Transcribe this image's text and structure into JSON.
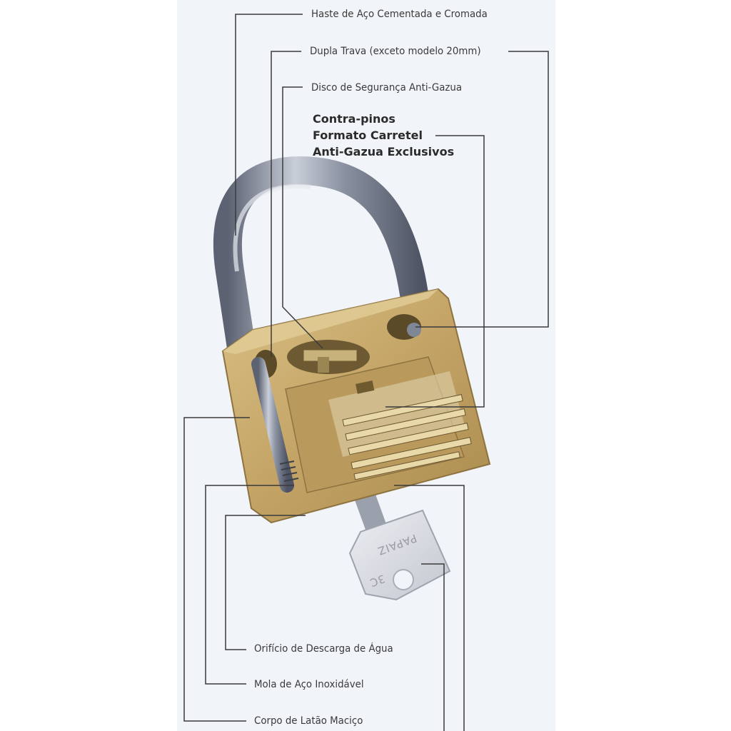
{
  "labels": {
    "haste": "Haste de Aço Cementada e Cromada",
    "dupla_trava": "Dupla Trava (exceto modelo 20mm)",
    "disco": "Disco de Segurança Anti-Gazua",
    "contra_pinos": [
      "Contra-pinos",
      "Formato Carretel",
      "Anti-Gazua Exclusivos"
    ],
    "orificio": "Orifício de Descarga de Água",
    "mola": "Mola de Aço Inoxidável",
    "corpo": "Corpo de Latão Maciço"
  },
  "key": {
    "brand": "PAPAIZ",
    "code": "3C"
  },
  "colors": {
    "background_panel": "#f1f4f9",
    "brass": "#c9ab6e",
    "steel": "#7d8494",
    "leader_line": "#3a3a3a"
  }
}
